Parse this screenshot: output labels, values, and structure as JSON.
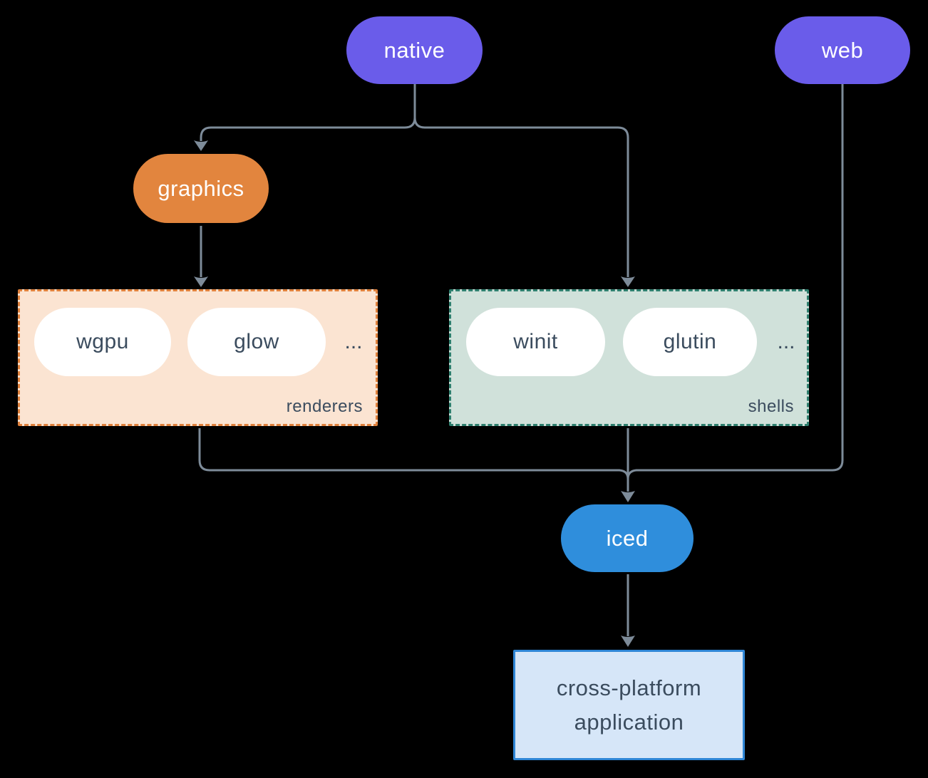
{
  "diagram": {
    "nodes": {
      "native": {
        "label": "native"
      },
      "web": {
        "label": "web"
      },
      "graphics": {
        "label": "graphics"
      },
      "iced": {
        "label": "iced"
      },
      "app": {
        "line1": "cross-platform",
        "line2": "application"
      }
    },
    "groups": {
      "renderers": {
        "label": "renderers",
        "items": [
          "wgpu",
          "glow"
        ],
        "more": "..."
      },
      "shells": {
        "label": "shells",
        "items": [
          "winit",
          "glutin"
        ],
        "more": "..."
      }
    },
    "colors": {
      "background": "#000000",
      "native_web_fill": "#6A5CEA",
      "graphics_fill": "#E2853E",
      "iced_fill": "#2F8EDC",
      "renderers_bg": "#FBE4D2",
      "renderers_border": "#E0813C",
      "shells_bg": "#D0E1DA",
      "shells_border": "#2E7F6E",
      "app_bg": "#D6E6F8",
      "app_border": "#2F86D6",
      "pill_text_dark": "#3B4C5E",
      "node_text_light": "#FFFFFF",
      "edge": "#7D8B99"
    }
  }
}
